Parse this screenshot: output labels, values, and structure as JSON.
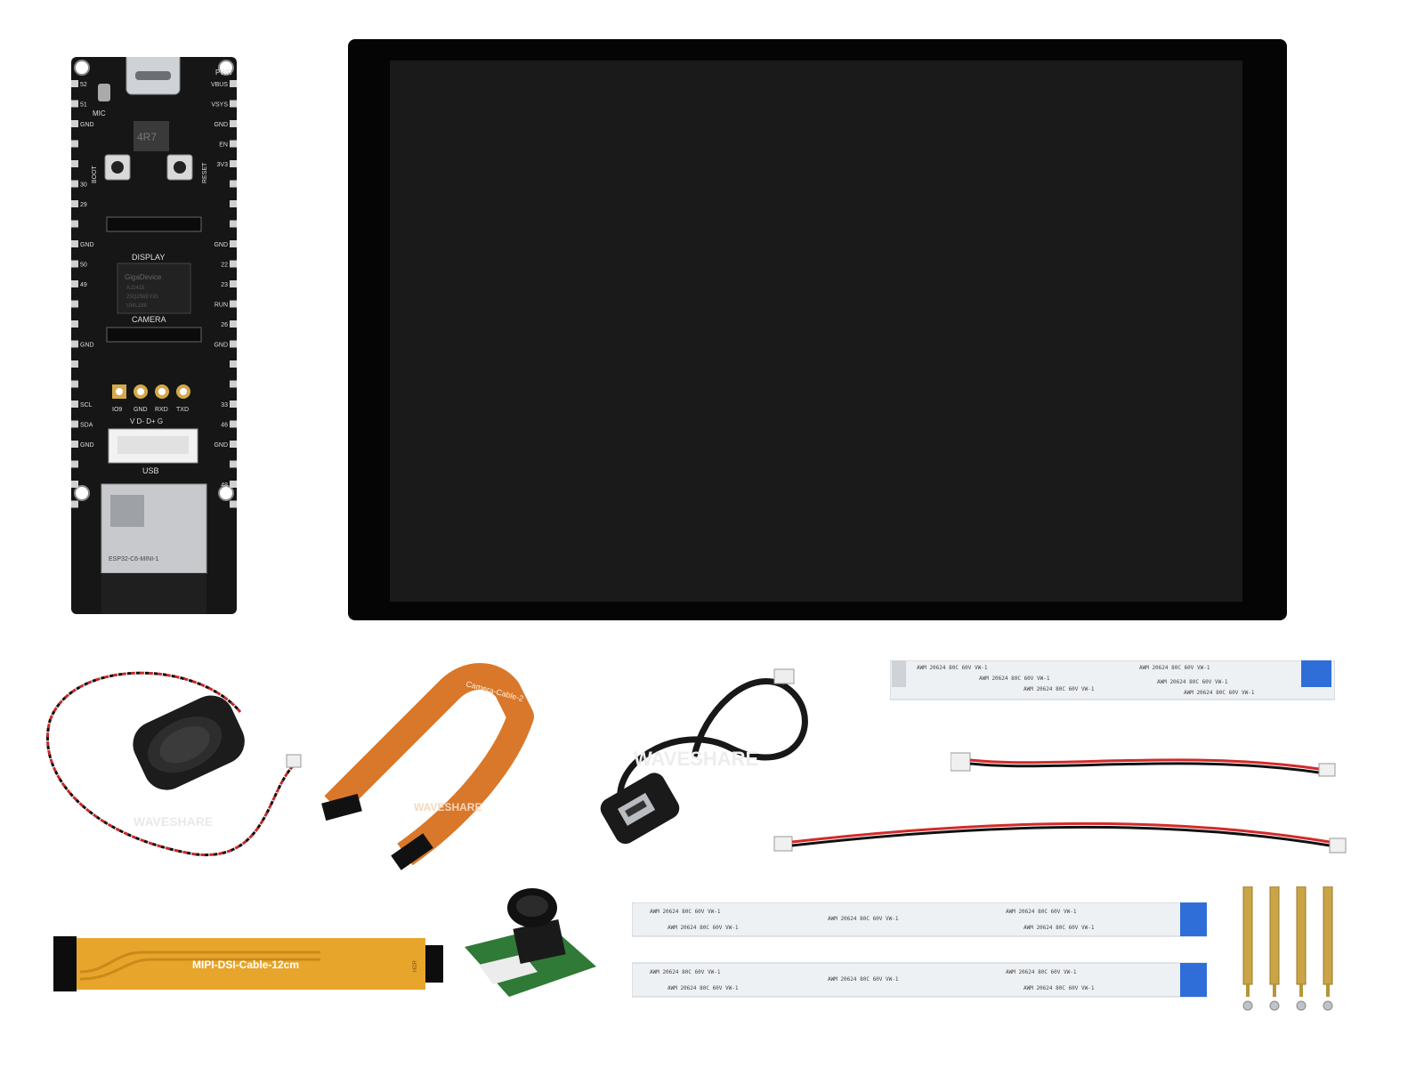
{
  "board": {
    "pins_left": [
      "52",
      "51",
      "GND",
      "",
      "",
      "30",
      "29",
      "",
      "GND",
      "50",
      "49",
      "",
      "",
      "GND",
      "",
      "",
      "SCL",
      "SDA",
      "GND",
      "",
      "",
      ""
    ],
    "pins_right": [
      "VBUS",
      "VSYS",
      "GND",
      "EN",
      "3V3",
      "",
      "",
      "",
      "GND",
      "22",
      "23",
      "RUN",
      "26",
      "GND",
      "",
      "",
      "33",
      "46",
      "GND",
      "",
      "48",
      ""
    ],
    "labels": {
      "pwr": "PWR",
      "mic": "MIC",
      "boot": "BOOT",
      "reset": "RESET",
      "inductor": "4R7",
      "display": "DISPLAY",
      "camera": "CAMERA",
      "chip_brand": "GigaDevice",
      "chip_line1": "AJ2418",
      "chip_line2": "25Q256EYIG",
      "chip_line3": "UML188",
      "uart": [
        "IO9",
        "GND",
        "RXD",
        "TXD"
      ],
      "usb_pins": "V D- D+ G",
      "usb": "USB",
      "module": "ESP32-C6-MINI-1"
    }
  },
  "cables": {
    "camera_cable": "Camera-Cable-2",
    "mipi_cable": "MIPI-DSI-Cable-12cm",
    "mipi_side": "HDR",
    "ffc_print": "AWM 20624 80C 60V VW-1"
  },
  "watermark": "WAVESHARE",
  "colors": {
    "screen_bezel": "#050505",
    "screen_panel": "#1a1a1a",
    "pcb": "#161616",
    "flex_orange": "#d9782a",
    "ffc_blue": "#2f6ed8",
    "brass": "#c9a548",
    "camera_pcb": "#2f7a36"
  }
}
